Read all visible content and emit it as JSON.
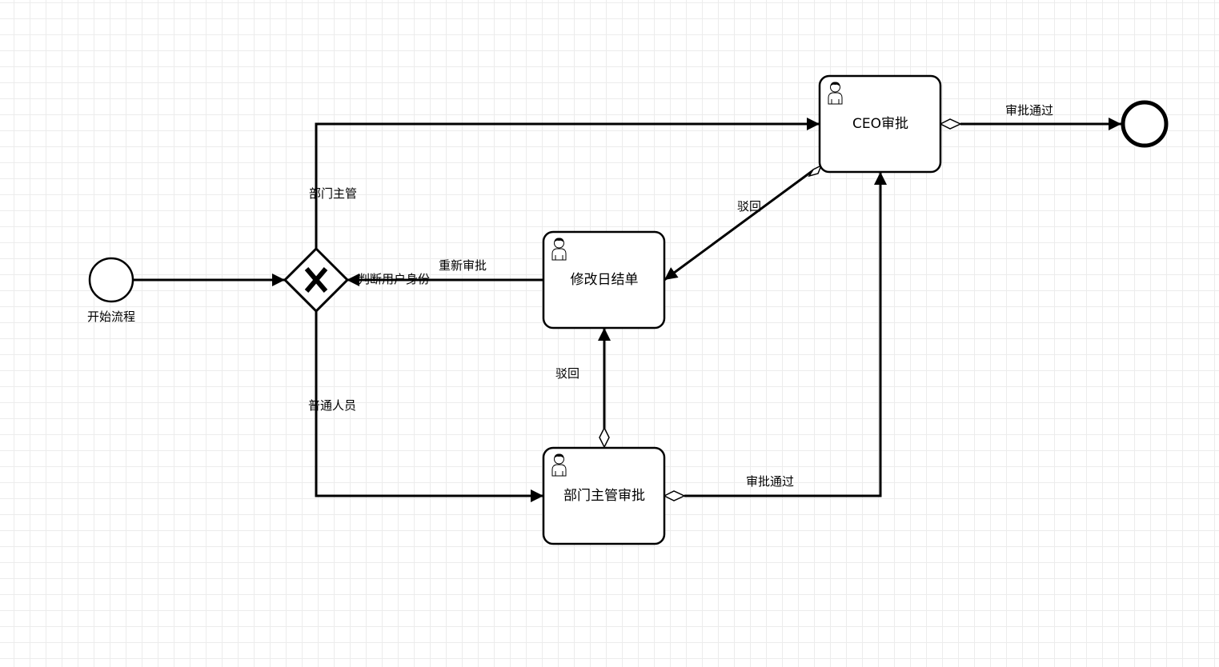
{
  "nodes": {
    "start_event": {
      "label": "开始流程"
    },
    "gateway": {
      "label": "判断用户身份"
    },
    "task_ceo": {
      "label": "CEO审批"
    },
    "task_modify": {
      "label": "修改日结单"
    },
    "task_dept": {
      "label": "部门主管审批"
    },
    "end_event": {
      "label": ""
    }
  },
  "edges": {
    "gateway_to_ceo": "部门主管",
    "gateway_to_dept": "普通人员",
    "modify_to_gateway": "重新审批",
    "ceo_to_modify": "驳回",
    "dept_to_modify": "驳回",
    "dept_to_ceo": "审批通过",
    "ceo_to_end": "审批通过"
  }
}
